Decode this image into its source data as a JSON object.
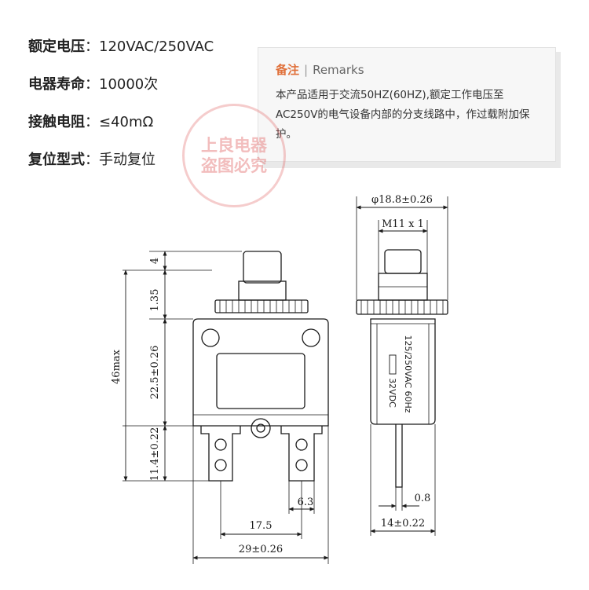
{
  "specs": [
    {
      "label": "额定电压",
      "sep": "：",
      "value": "120VAC/250VAC"
    },
    {
      "label": "电器寿命",
      "sep": "：",
      "value": "10000次"
    },
    {
      "label": "接触电阻",
      "sep": "：",
      "value": "≤40mΩ"
    },
    {
      "label": "复位型式",
      "sep": "：",
      "value": "手动复位"
    }
  ],
  "remarks": {
    "title": "备注",
    "separator": "|",
    "title_en": "Remarks",
    "body": "本产品适用于交流50HZ(60HZ),额定工作电压至AC250V的电气设备内部的分支线路中，作过载附加保护。"
  },
  "watermark": {
    "line1": "上良电器",
    "line2": "盗图必究"
  },
  "drawing": {
    "front_dims": {
      "button_height": "4",
      "flange_height": "1.35",
      "body_height": "22.5±0.26",
      "terminal_height": "11.4±0.22",
      "overall_height": "46max",
      "terminal_width": "6.3",
      "terminal_spacing": "17.5",
      "overall_width": "29±0.26"
    },
    "side_dims": {
      "flange_diameter": "φ18.8±0.26",
      "thread": "M11 x 1",
      "terminal_thickness": "0.8",
      "depth": "14±0.22"
    },
    "side_labels": {
      "rating_ac": "125/250VAC 60Hz",
      "rating_dc": "32VDC"
    }
  },
  "colors": {
    "accent": "#e0703a",
    "watermark": "#e26c6c"
  }
}
